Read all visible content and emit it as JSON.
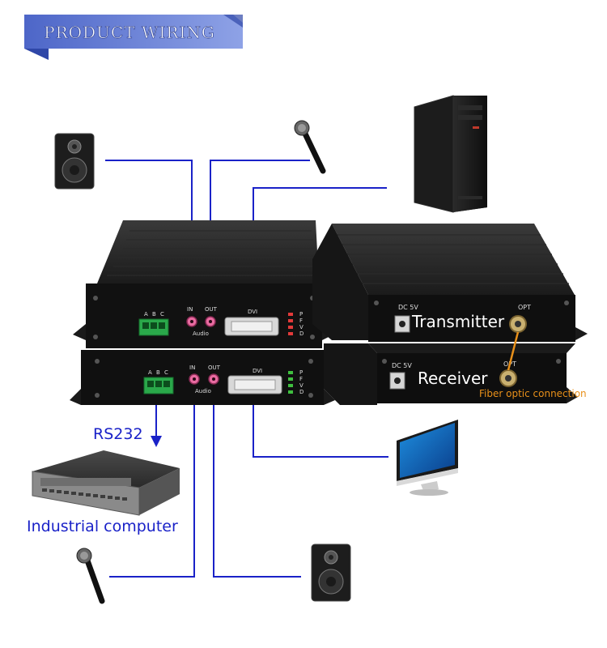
{
  "banner": {
    "title": "PRODUCT WIRING",
    "bg_color": "#6f86d6",
    "accent_color": "#2f47a8"
  },
  "devices": {
    "receiver_front": {
      "terminal_letters": [
        "A",
        "B",
        "C"
      ],
      "audio_in": "IN",
      "audio_out": "OUT",
      "audio_label": "Audio",
      "dvi_label": "DVI",
      "led_letters": [
        "P",
        "F",
        "V",
        "D"
      ],
      "led_color": "#e23a3a"
    },
    "transmitter_front": {
      "terminal_letters": [
        "A",
        "B",
        "C"
      ],
      "audio_in": "IN",
      "audio_out": "OUT",
      "audio_label": "Audio",
      "dvi_label": "DVI",
      "led_letters": [
        "P",
        "F",
        "V",
        "D"
      ],
      "led_color": "#3fbf3f"
    },
    "transmitter_rear": {
      "label": "Transmitter",
      "dc_label": "DC 5V",
      "opt_label": "OPT"
    },
    "receiver_rear": {
      "label": "Receiver",
      "dc_label": "DC 5V",
      "opt_label": "OPT"
    }
  },
  "labels": {
    "fiber": "Fiber optic connection",
    "rs232": "RS232",
    "industrial_computer": "Industrial computer"
  },
  "colors": {
    "wire": "#1a22c8",
    "fiber": "#e8901a",
    "label_blue": "#1a22c8"
  }
}
